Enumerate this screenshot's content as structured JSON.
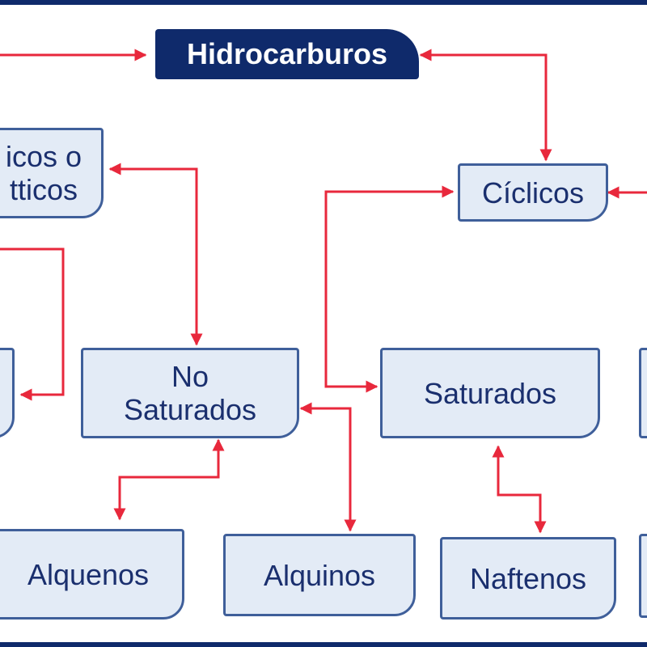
{
  "title": "Hidrocarburos",
  "nodes": {
    "aliphatic_partial": "icos o\ntticos",
    "ciclicos": "Cíclicos",
    "no_saturados": "No\nSaturados",
    "saturados": "Saturados",
    "alquenos": "Alquenos",
    "alquinos": "Alquinos",
    "naftenos": "Naftenos"
  },
  "colors": {
    "dark_blue": "#0f2a6b",
    "node_fill": "#e3ebf6",
    "node_border": "#3f5f9a",
    "arrow": "#e8283c"
  }
}
